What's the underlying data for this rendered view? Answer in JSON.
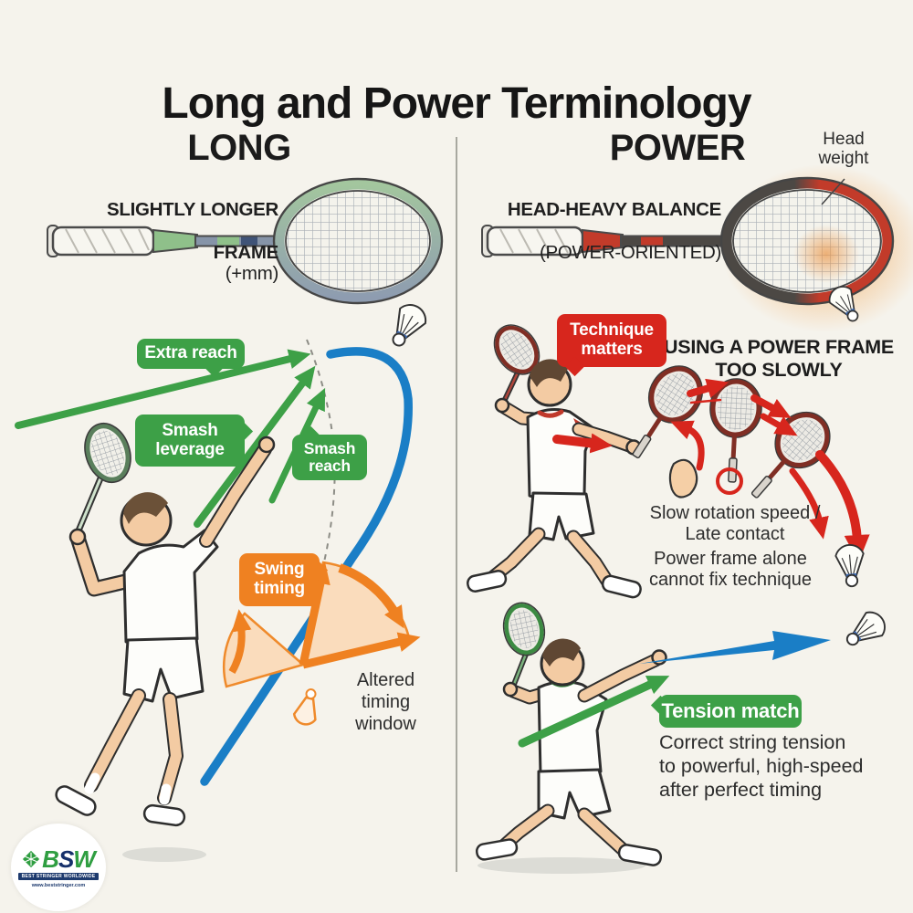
{
  "title": "Long and Power Terminology",
  "long_section": {
    "heading": "LONG",
    "sub1": "SLIGHTLY LONGER",
    "sub2_bold": "FRAME",
    "sub2_rest": "(+mm)",
    "label_extra_reach": "Extra reach",
    "label_smash_leverage": "Smash\nleverage",
    "label_smash_reach": "Smash\nreach",
    "label_swing_timing": "Swing\ntiming",
    "note_altered": "Altered\ntiming\nwindow"
  },
  "power_section": {
    "heading": "POWER",
    "sub1": "HEAD-HEAVY BALANCE",
    "sub2": "(POWER-ORIENTED)",
    "head_weight": "Head\nweight",
    "label_technique": "Technique\nmatters",
    "scenario": "USING A POWER FRAME\nTOO SLOWLY",
    "note_rotation": "Slow rotation speed /\nLate contact",
    "note_power_frame": "Power frame alone\ncannot fix technique",
    "label_tension": "Tension match",
    "note_tension": "Correct string tension\nto powerful, high-speed\nafter perfect timing"
  },
  "brand": {
    "letters": [
      "B",
      "S",
      "W"
    ],
    "tagline": "BEST STRINGER WORLDWIDE",
    "url": "www.beststringer.com"
  },
  "colors": {
    "green": "#3da047",
    "orange": "#ef8121",
    "red": "#d7261d",
    "blue": "#1a7ec6",
    "background": "#f5f3ec"
  }
}
